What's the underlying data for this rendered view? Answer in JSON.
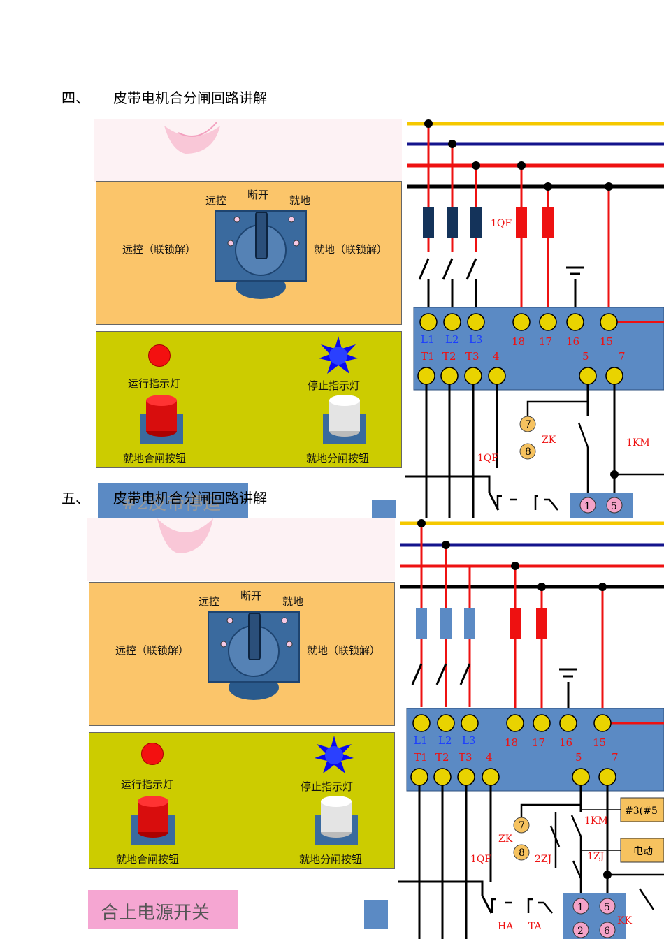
{
  "sections": [
    {
      "number": "四、",
      "title": "皮带电机合分闸回路讲解",
      "caption": "#2皮带停运"
    },
    {
      "number": "五、",
      "title": "皮带电机合分闸回路讲解",
      "caption": "合上电源开关"
    }
  ],
  "selector": {
    "remote": "远控",
    "off": "断开",
    "local": "就地",
    "remote_unlock": "远控（联锁解）",
    "local_unlock": "就地（联锁解）"
  },
  "indicators": {
    "run_lamp": "运行指示灯",
    "stop_lamp": "停止指示灯",
    "close_button": "就地合闸按钮",
    "open_button": "就地分闸按钮"
  },
  "circuit": {
    "breaker": "1QF",
    "in_labels": [
      "L1",
      "L2",
      "L3"
    ],
    "out_labels": [
      "T1",
      "T2",
      "T3",
      "4"
    ],
    "aux_top": [
      "18",
      "17",
      "16",
      "15"
    ],
    "aux_bottom": [
      "5",
      "7"
    ],
    "zk": "ZK",
    "km": "1KM",
    "zj2": "2ZJ",
    "zj1": "1ZJ",
    "kk": "KK",
    "ha": "HA",
    "ta": "TA",
    "pills": [
      "7",
      "8"
    ],
    "terminals_a": [
      "1",
      "5"
    ],
    "terminals_b": [
      "2",
      "6"
    ],
    "note1": "#3(#5",
    "note2": "电动"
  },
  "colors": {
    "yellow_bus": "#f5c800",
    "navy_bus": "#14148c",
    "red_bus": "#ee1111",
    "black_bus": "#000000",
    "panel_orange": "#fbc56a",
    "panel_olive": "#cccc00",
    "module_blue": "#5b8ac4"
  }
}
